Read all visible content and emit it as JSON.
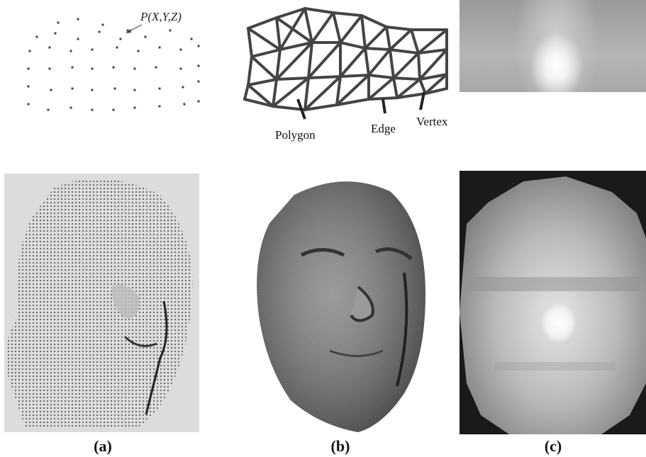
{
  "point_cloud": {
    "label": "P(X,Y,Z)"
  },
  "mesh": {
    "labels": {
      "polygon": "Polygon",
      "edge": "Edge",
      "vertex": "Vertex"
    }
  },
  "captions": {
    "a": "(a)",
    "b": "(b)",
    "c": "(c)"
  },
  "colors": {
    "ink": "#333333",
    "panel_a_bg": "#dcdcdc",
    "panel_c_bg": "#1a1a1a"
  }
}
